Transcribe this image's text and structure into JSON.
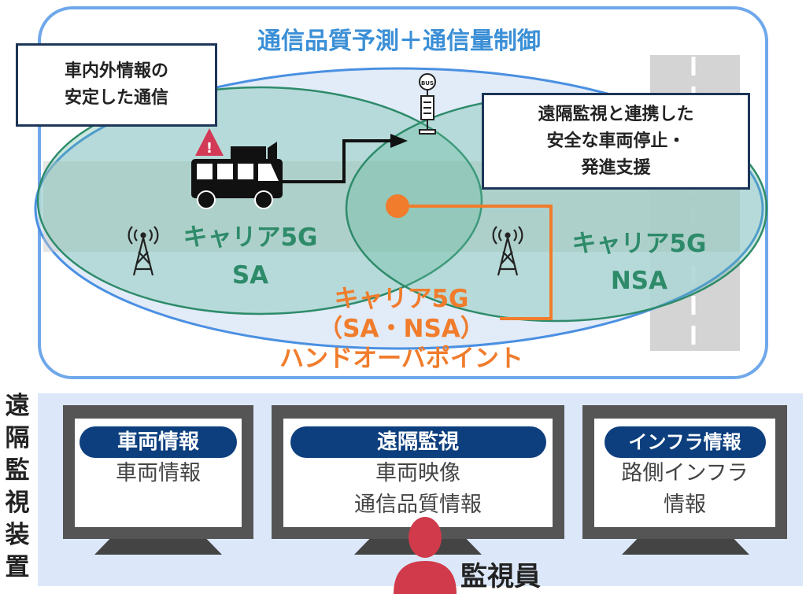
{
  "top": {
    "title": "通信品質予測＋通信量制御",
    "callout_left": [
      "車内外情報の",
      "安定した通信"
    ],
    "callout_right": [
      "遠隔監視と連携した",
      "安全な車両停止・",
      "発進支援"
    ],
    "bus_stop_sign": "BUS",
    "sa_label": [
      "キャリア5G",
      "SA"
    ],
    "nsa_label": [
      "キャリア5G",
      "NSA"
    ],
    "handover_label": [
      "キャリア5G",
      "（SA・NSA）",
      "ハンドオーバポイント"
    ]
  },
  "bottom": {
    "vertical_label": [
      "遠",
      "隔",
      "監",
      "視",
      "装",
      "置"
    ],
    "monitors": [
      {
        "badge": "車両情報",
        "lines": [
          "車両情報"
        ]
      },
      {
        "badge": "遠隔監視",
        "lines": [
          "車両映像",
          "通信品質情報"
        ]
      },
      {
        "badge": "インフラ情報",
        "lines": [
          "路側インフラ",
          "情報"
        ]
      }
    ],
    "operator_label": "監視員"
  },
  "colors": {
    "frame": "#6fa8ea",
    "title": "#3b8fd6",
    "green_text": "#2e8b6a",
    "orange": "#f07c2c",
    "badge": "#0d3f7e",
    "person": "#d13a4a"
  }
}
